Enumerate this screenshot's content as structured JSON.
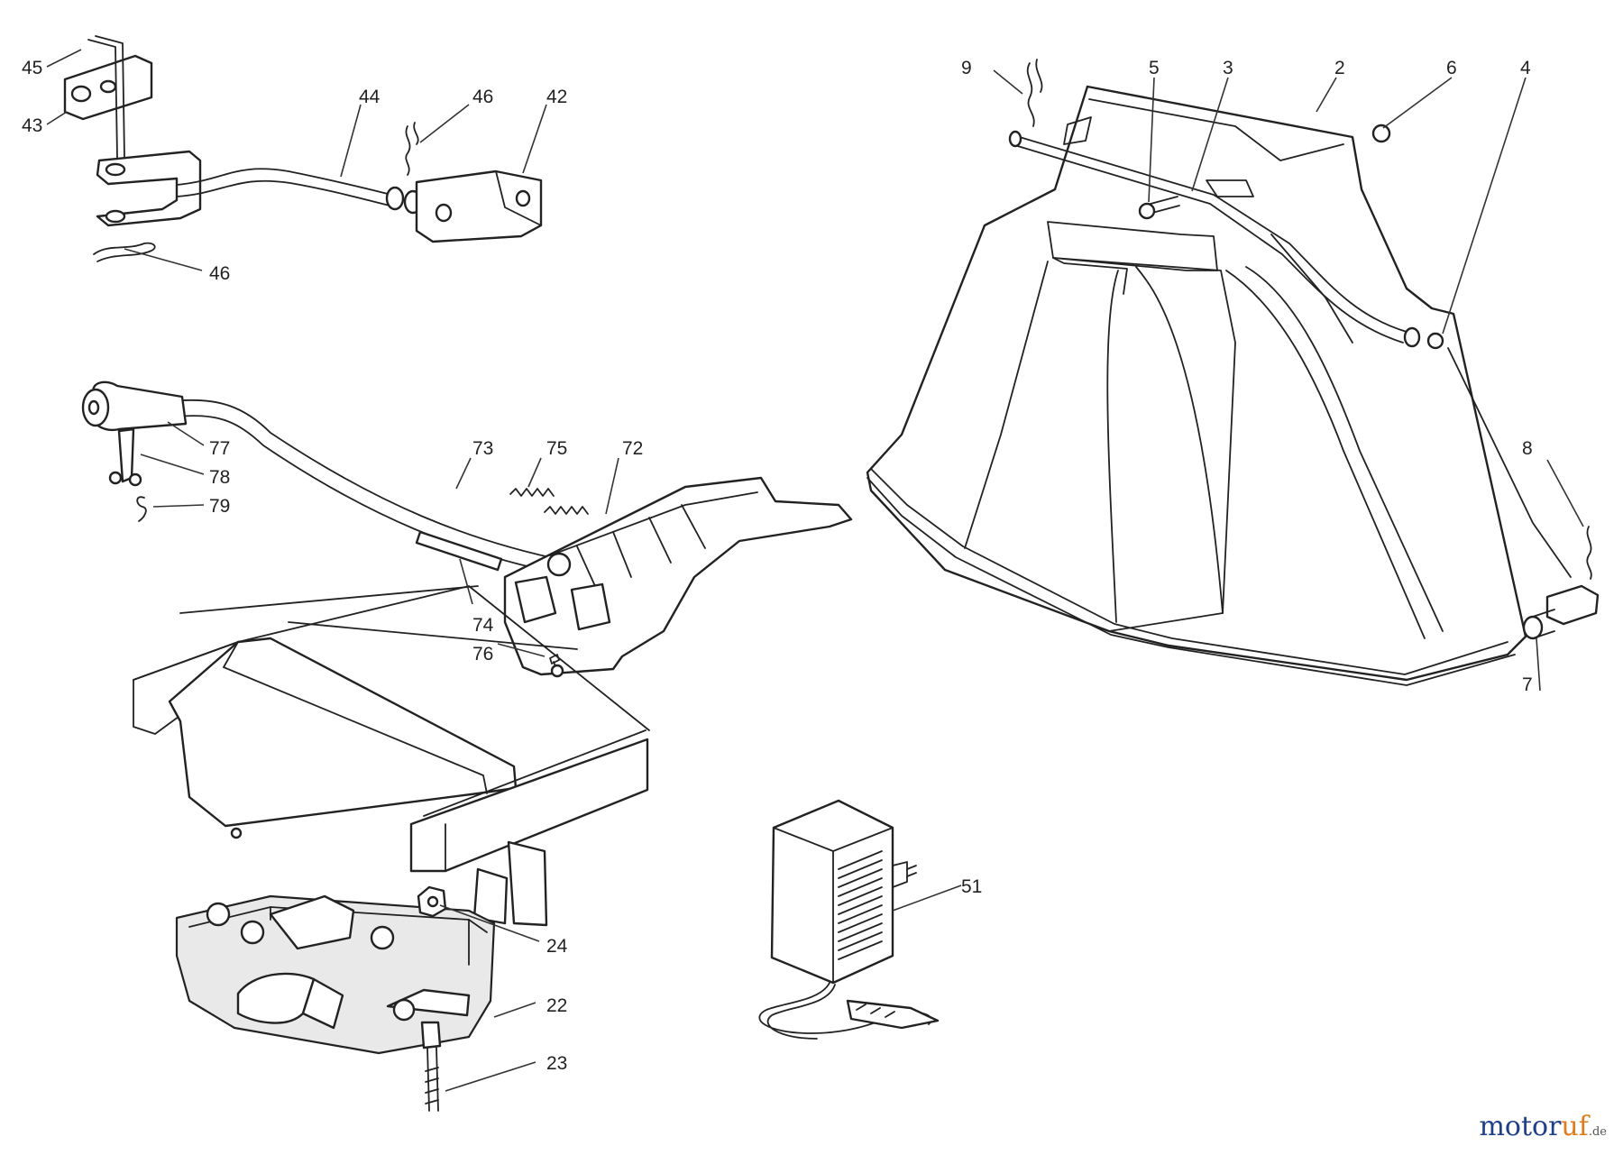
{
  "callouts": {
    "c45": "45",
    "c43": "43",
    "c44": "44",
    "c46a": "46",
    "c42": "42",
    "c46b": "46",
    "c77": "77",
    "c78": "78",
    "c79": "79",
    "c73": "73",
    "c75": "75",
    "c72": "72",
    "c74": "74",
    "c76": "76",
    "c9": "9",
    "c5": "5",
    "c3": "3",
    "c2": "2",
    "c6": "6",
    "c4": "4",
    "c8": "8",
    "c7": "7",
    "c51": "51",
    "c24": "24",
    "c22": "22",
    "c23": "23"
  },
  "watermark": {
    "brand_main": "motor",
    "brand_accent": "uf",
    "tld": ".de"
  },
  "colors": {
    "line": "#222222",
    "watermark_main": "#1f3f8a",
    "watermark_accent": "#e07a1a"
  }
}
